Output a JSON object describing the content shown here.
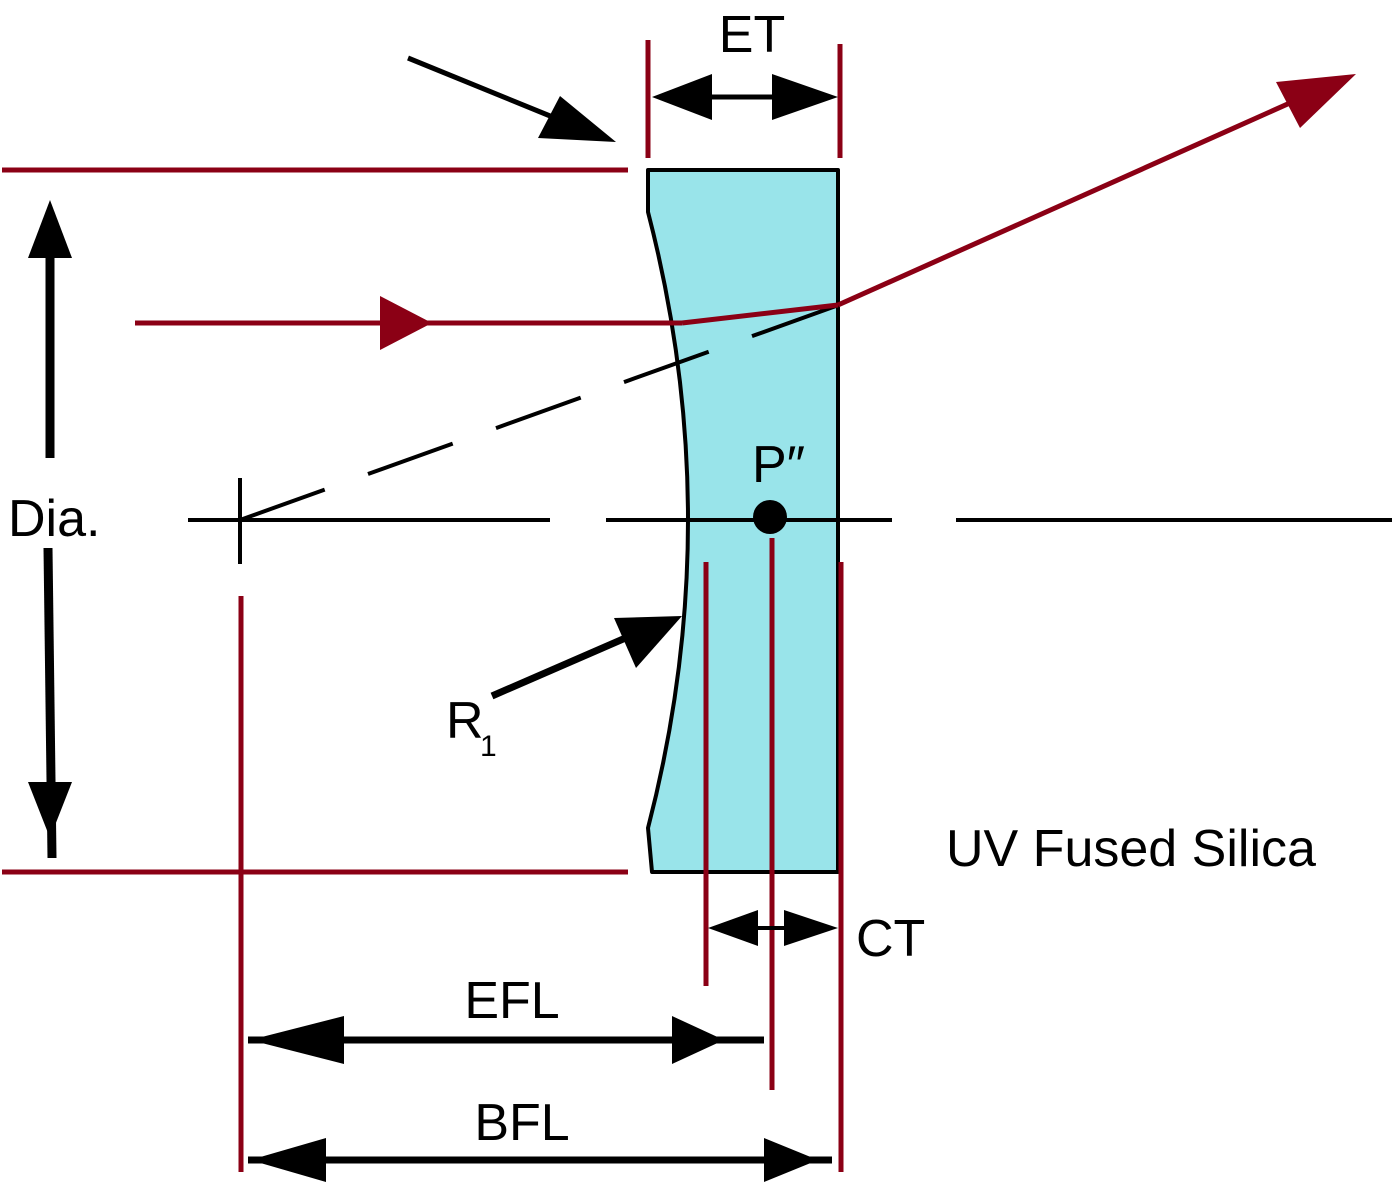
{
  "labels": {
    "et": "ET",
    "dia": "Dia.",
    "p_principal": "P″",
    "r_main": "R",
    "r_sub": "1",
    "material": "UV Fused Silica",
    "ct": "CT",
    "efl": "EFL",
    "bfl": "BFL"
  },
  "colors": {
    "lens_fill": "#99e4ea",
    "ray": "#8b0015",
    "line": "#000000"
  }
}
